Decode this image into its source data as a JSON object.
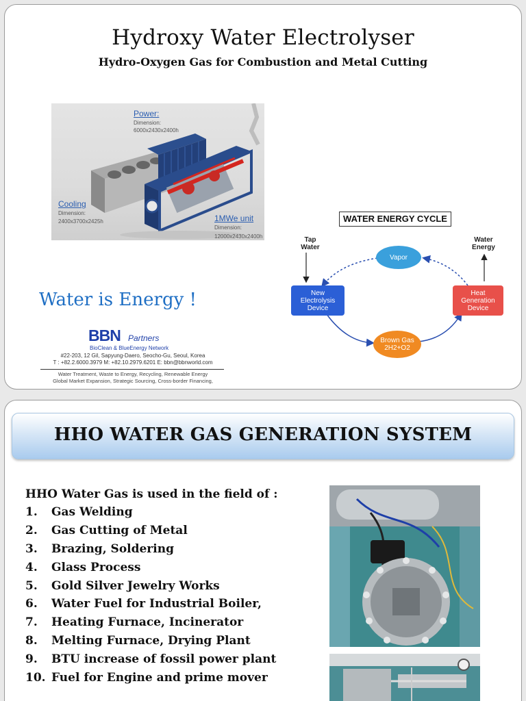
{
  "slide1": {
    "title": "Hydroxy Water Electrolyser",
    "subtitle": "Hydro-Oxygen Gas for Combustion and Metal Cutting",
    "equipment": {
      "power_label": "Power:",
      "power_dim_label": "Dimension:",
      "power_dim": "6000x2430x2400h",
      "cooling_label": "Cooling",
      "cooling_dim_label": "Dimension:",
      "cooling_dim": "2400x3700x2425h",
      "unit_label": "1MWe unit",
      "unit_dim_label": "Dimension:",
      "unit_dim": "12000x2430x2400h"
    },
    "slogan": "Water is Energy !",
    "logo": {
      "brand": "BBN",
      "suffix": "Partners",
      "network": "BioClean & BlueEnergy Network"
    },
    "address_line1": "#22-203, 12 Gil, Sapyung-Daero,  Seocho-Gu,  Seoul, Korea",
    "address_line2": "T : +82.2.6000.3979   M: +82.10.2979.6201   E: bbn@bbnworld.com",
    "tagline1": "Water Treatment, Waste to Energy, Recycling, Renewable Energy",
    "tagline2": "Global Market Expansion, Strategic Sourcing, Cross-border Financing,",
    "cycle": {
      "title": "WATER ENERGY CYCLE",
      "tap_water": "Tap\nWater",
      "water_energy": "Water\nEnergy",
      "vapor": "Vapor",
      "electrolysis": "New\nElectrolysis\nDevice",
      "heat": "Heat\nGeneration\nDevice",
      "brown_gas": "Brown Gas\n2H2+O2",
      "colors": {
        "vapor": "#3aa0dc",
        "electrolysis": "#2b5fd6",
        "heat": "#e8504a",
        "brown_gas": "#f08a22",
        "arrow": "#2a4fb0"
      }
    }
  },
  "slide2": {
    "title": "HHO WATER GAS GENERATION SYSTEM",
    "intro": "HHO Water Gas is used in the field of :",
    "uses": [
      {
        "num": "1.",
        "text": "Gas Welding"
      },
      {
        "num": "2.",
        "text": "Gas Cutting of  Metal"
      },
      {
        "num": "3.",
        "text": "Brazing, Soldering"
      },
      {
        "num": "4.",
        "text": "Glass Process"
      },
      {
        "num": "5.",
        "text": "Gold Silver Jewelry Works"
      },
      {
        "num": "6.",
        "text": "Water Fuel for Industrial Boiler,"
      },
      {
        "num": "7.",
        "text": "Heating Furnace, Incinerator"
      },
      {
        "num": "8.",
        "text": "Melting Furnace, Drying Plant"
      },
      {
        "num": "9.",
        "text": "BTU increase of fossil power plant"
      },
      {
        "num": "10.",
        "text": "Fuel for Engine and prime mover"
      }
    ]
  }
}
